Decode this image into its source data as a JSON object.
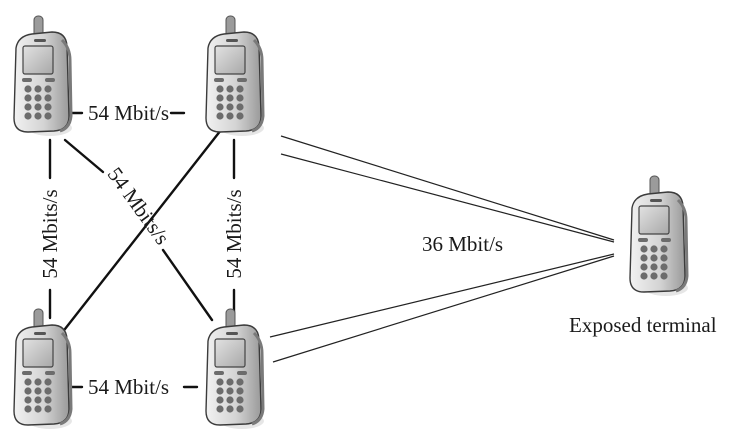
{
  "diagram": {
    "links": {
      "top": "54 Mbit/s",
      "bottom": "54 Mbit/s",
      "left": "54 Mbits/s",
      "right": "54 Mbits/s",
      "diagonal": "54 Mbits/s"
    },
    "exposed_rate": "36 Mbit/s",
    "exposed_label": "Exposed terminal"
  },
  "colors": {
    "line": "#111111",
    "phone_body": "#d4d4d4",
    "phone_dark": "#8e8e8e",
    "screen": "#c2c2c2",
    "key": "#6c6c6c"
  },
  "icons": [
    "phone-icon"
  ]
}
